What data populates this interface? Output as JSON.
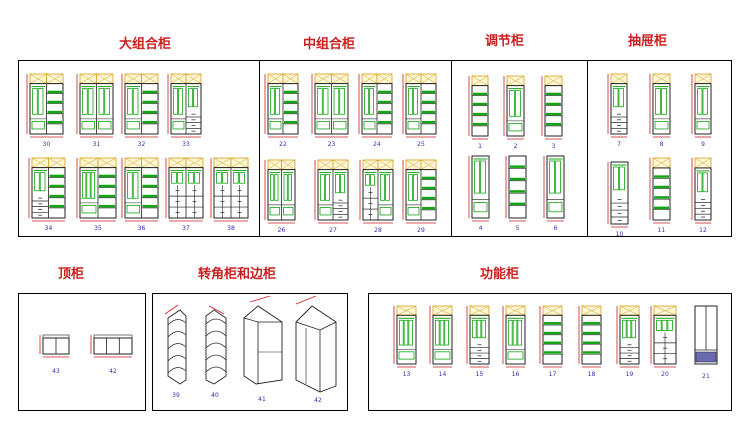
{
  "sections": {
    "combo_large": {
      "title": "大组合柜",
      "labels": [
        "30",
        "31",
        "32",
        "33",
        "34",
        "35",
        "36",
        "37",
        "38"
      ]
    },
    "combo_mid": {
      "title": "中组合柜",
      "labels": [
        "22",
        "23",
        "24",
        "25",
        "26",
        "27",
        "28",
        "29"
      ]
    },
    "adjust": {
      "title": "调节柜",
      "labels": [
        "1",
        "2",
        "3",
        "4",
        "5",
        "6"
      ]
    },
    "drawer": {
      "title": "抽屉柜",
      "labels": [
        "7",
        "8",
        "9",
        "10",
        "11",
        "12"
      ]
    },
    "top": {
      "title": "顶柜",
      "labels": [
        "43",
        "42"
      ]
    },
    "corner": {
      "title": "转角柜和边柜",
      "labels": [
        "39",
        "40",
        "41",
        "42"
      ]
    },
    "function": {
      "title": "功能柜",
      "labels": [
        "13",
        "14",
        "15",
        "16",
        "17",
        "18",
        "19",
        "20",
        "21"
      ]
    }
  },
  "colors": {
    "title": "#cc1f1f",
    "cabinet_outline": "#222222",
    "hanging_clothes": "#14a514",
    "top_box": "#d4a017",
    "dimension": "#cc1f1f",
    "label": "#3030b0"
  }
}
